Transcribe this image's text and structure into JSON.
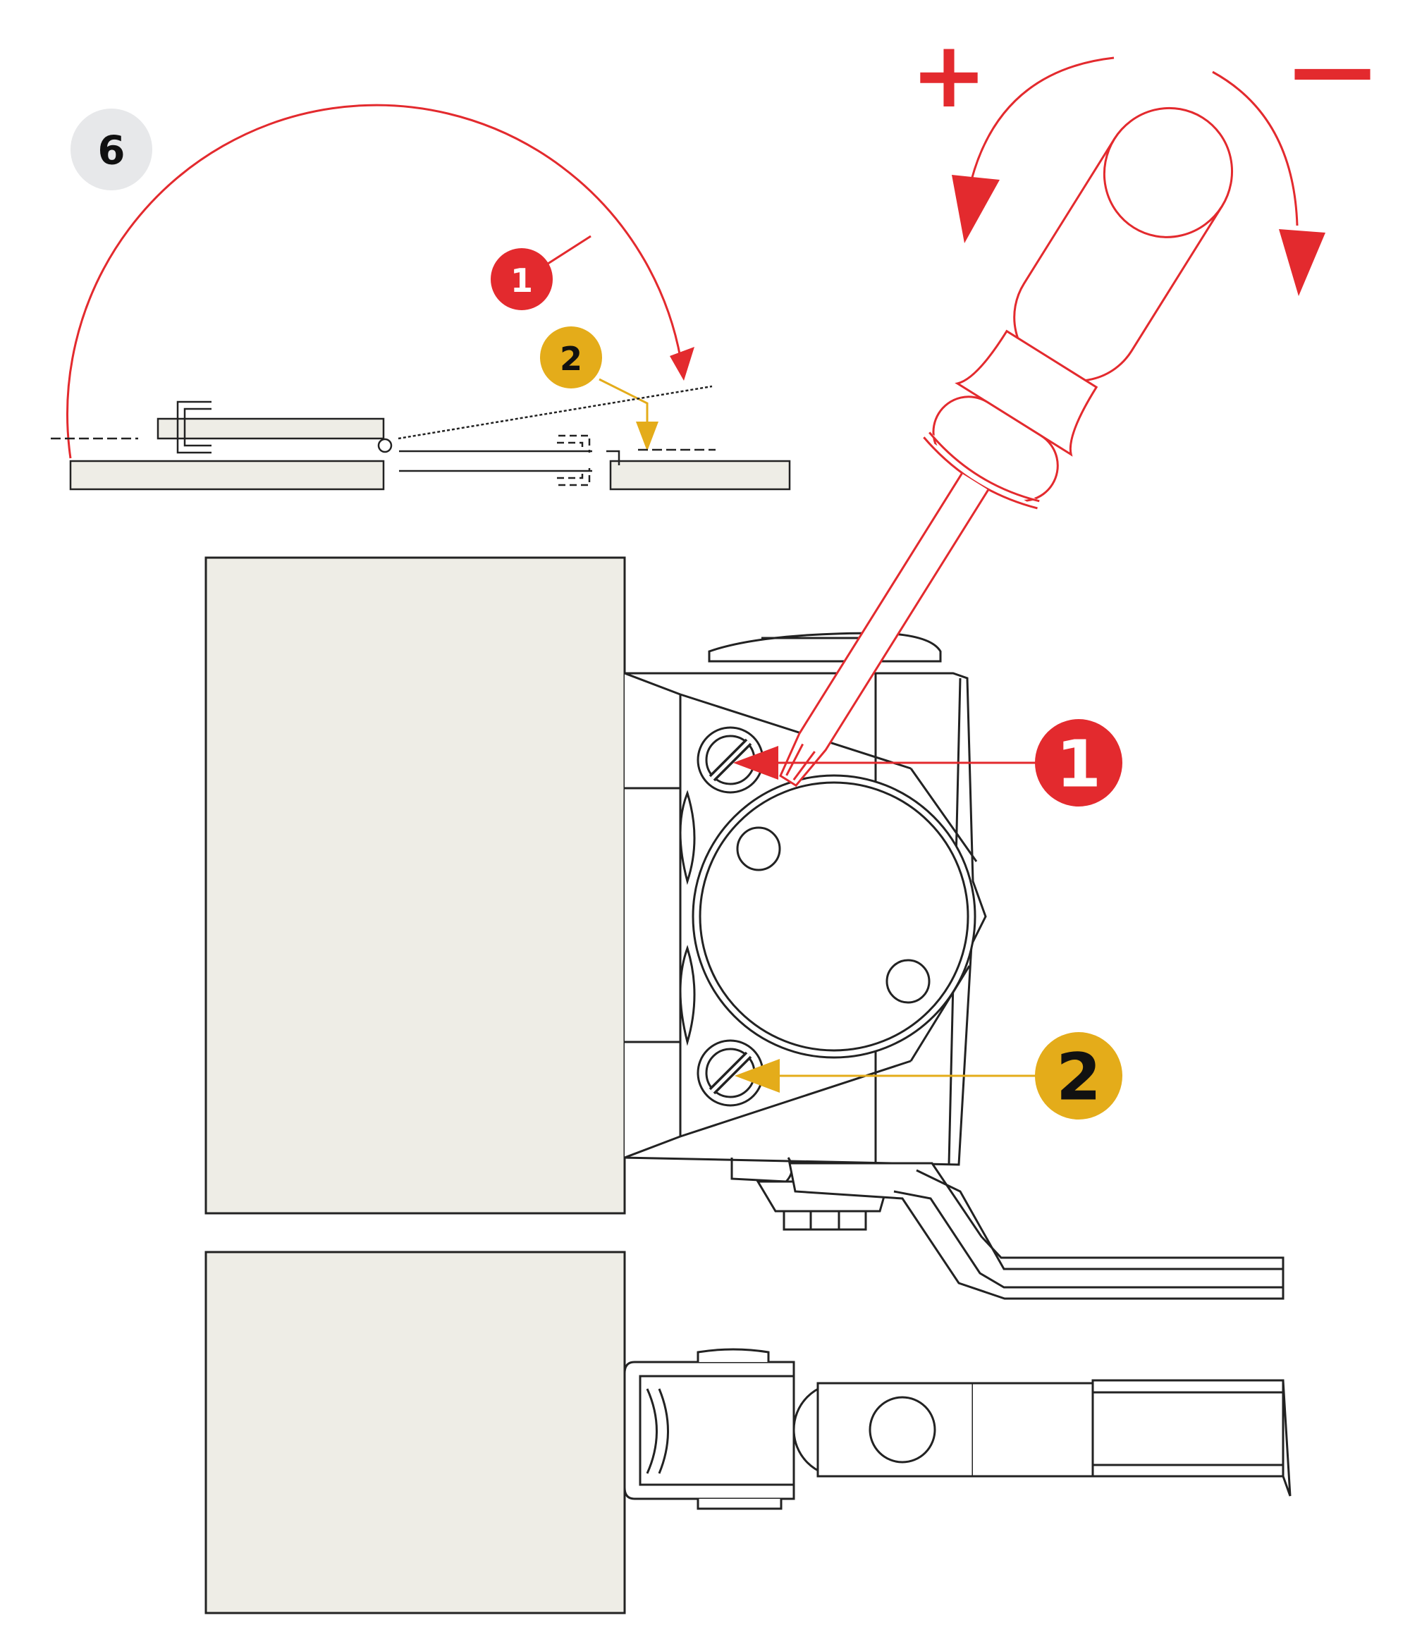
{
  "step": {
    "number": "6"
  },
  "callouts": {
    "red": {
      "label": "1",
      "color": "#e32a2e"
    },
    "yellow": {
      "label": "2",
      "color": "#eab308"
    }
  },
  "rotation": {
    "plus_symbol": "+",
    "minus_symbol": "—"
  },
  "colors": {
    "panel_fill": "#eeede6",
    "outline": "#222222",
    "accent_red": "#e32a2e",
    "accent_yellow": "#e4ac1a",
    "step_circle": "#e7e8ea"
  }
}
